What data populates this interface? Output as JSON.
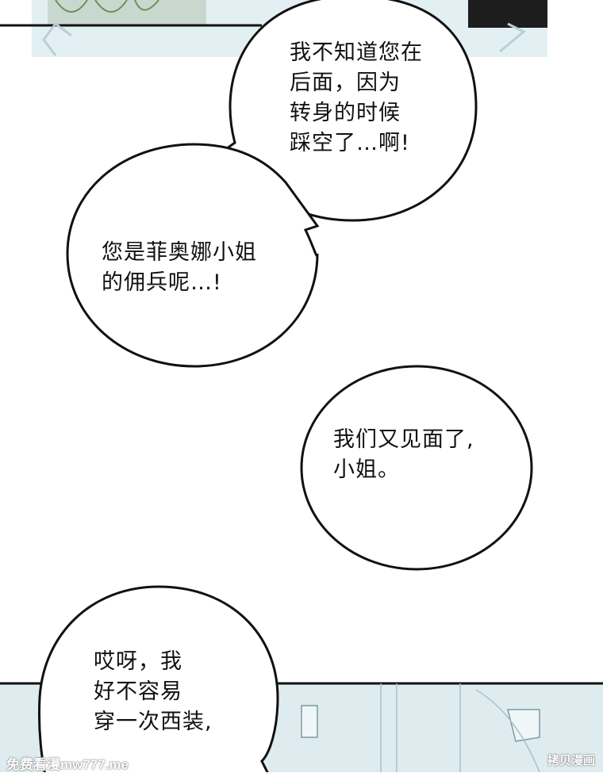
{
  "bubbles": [
    {
      "lines": [
        "我不知道您在",
        "后面，因为",
        "转身的时候",
        "踩空了…啊!"
      ]
    },
    {
      "lines": [
        "您是菲奥娜小姐",
        "的佣兵呢…!"
      ]
    },
    {
      "lines": [
        "我们又见面了,",
        "小姐。"
      ]
    },
    {
      "lines": [
        "哎呀，我",
        "好不容易",
        "穿一次西装,"
      ]
    }
  ],
  "watermarks": {
    "left": "免费看漫mw777.me",
    "right": "拷贝漫画"
  },
  "colors": {
    "panel_tint": "#e3f0f3",
    "ink": "#111111"
  }
}
